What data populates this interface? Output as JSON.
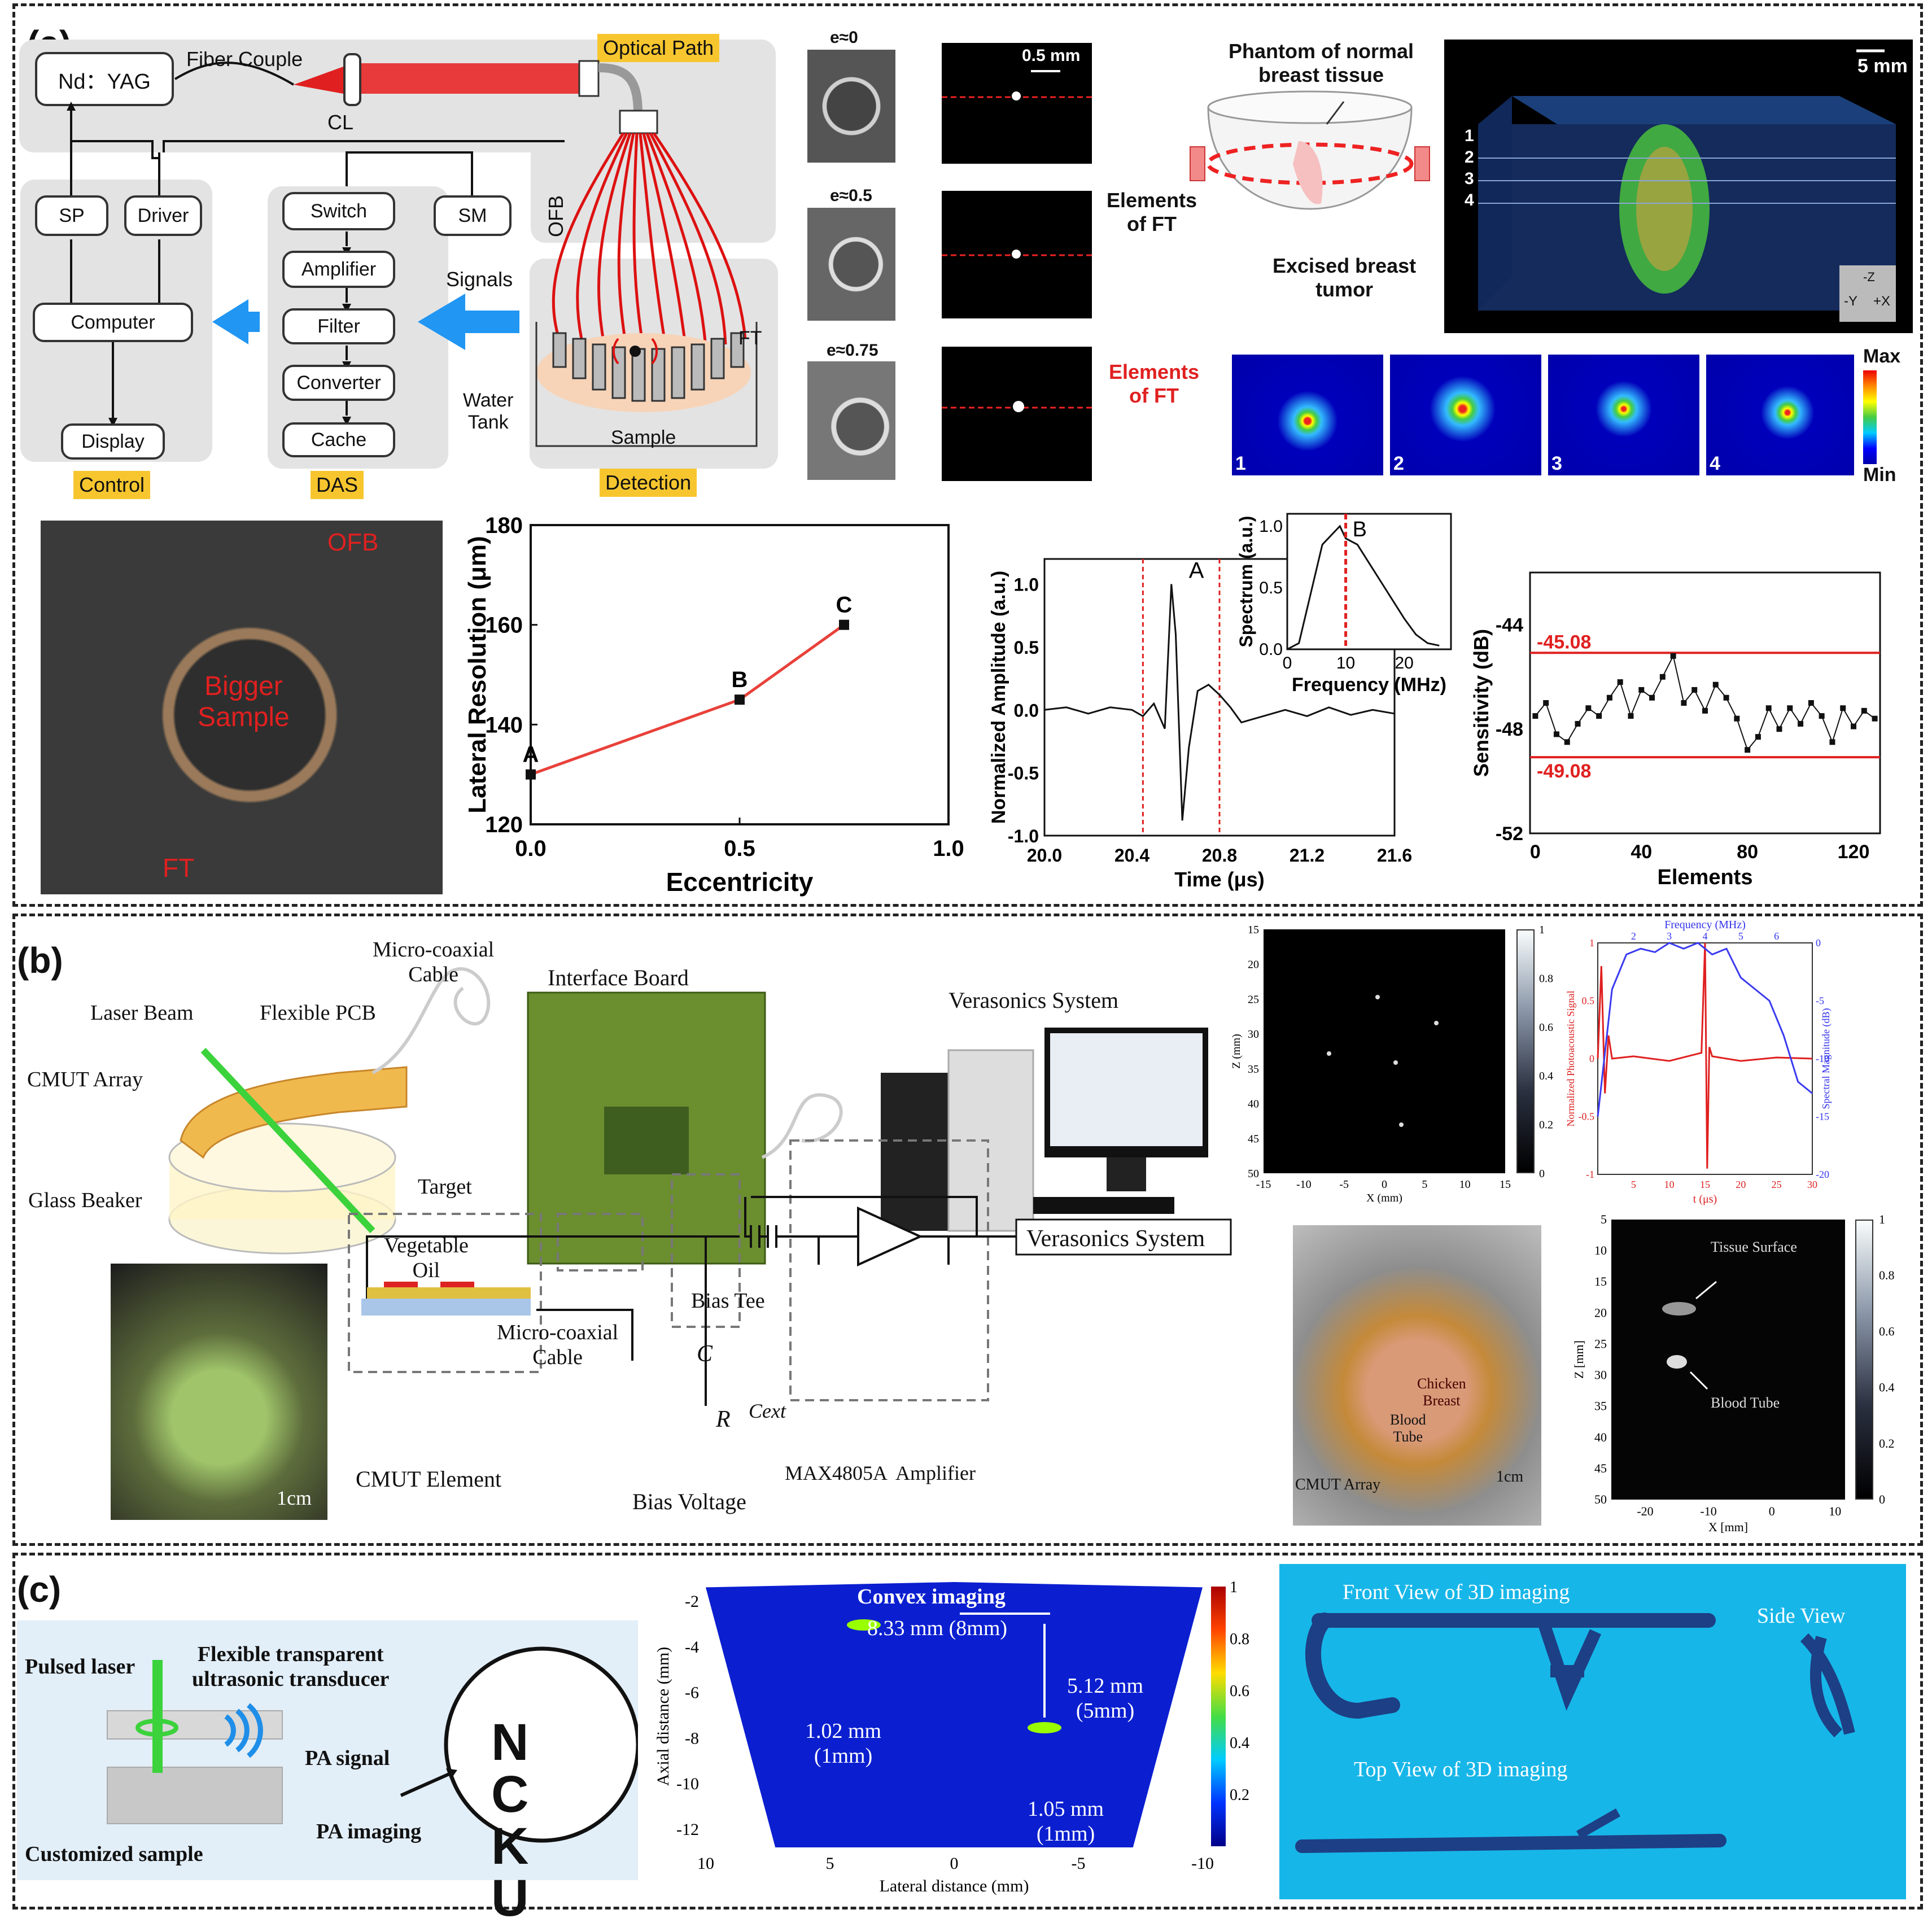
{
  "panel_a": {
    "label": "(a)",
    "diagram": {
      "laser": "Nd：YAG",
      "fiber_couple": "Fiber Couple",
      "cl": "CL",
      "optical_path": "Optical Path",
      "ofb": "OFB",
      "sp": "SP",
      "driver": "Driver",
      "switch": "Switch",
      "sm": "SM",
      "amplifier": "Amplifier",
      "signals": "Signals",
      "filter": "Filter",
      "computer": "Computer",
      "converter": "Converter",
      "cache": "Cache",
      "display": "Display",
      "ft": "FT",
      "water_tank": "Water\nTank",
      "sample": "Sample",
      "control": "Control",
      "das": "DAS",
      "detection": "Detection"
    },
    "ecc_labels": [
      "e≈0",
      "e≈0.5",
      "e≈0.75"
    ],
    "scale_05": "0.5 mm",
    "phantom": {
      "title": "Phantom of normal\nbreast tissue",
      "elements": "Elements\nof FT",
      "tumor": "Excised breast\ntumor"
    },
    "volume": {
      "scale": "5 mm",
      "layers": [
        "1",
        "2",
        "3",
        "4"
      ],
      "axes": [
        "-Z",
        "-Y",
        "+X"
      ]
    },
    "slices": {
      "elements_label": "Elements\nof FT",
      "labels": [
        "1",
        "2",
        "3",
        "4"
      ],
      "colorbar_max": "Max",
      "colorbar_min": "Min"
    },
    "photo": {
      "ofb": "OFB",
      "sample": "Bigger\nSample",
      "ft": "FT"
    }
  },
  "panel_b": {
    "label": "(b)",
    "setup": {
      "micro_coax": "Micro-coaxial\nCable",
      "interface": "Interface Board",
      "verasonics": "Verasonics System",
      "laser_beam": "Laser Beam",
      "flex_pcb": "Flexible PCB",
      "cmut_array": "CMUT Array",
      "target": "Target",
      "glass_beaker": "Glass Beaker",
      "veg_oil": "Vegetable\nOil"
    },
    "circuit": {
      "micro_coax": "Micro-coaxial\nCable",
      "bias_tee": "Bias Tee",
      "c": "C",
      "cext": "Cext",
      "r": "R",
      "verasonics": "Verasonics System",
      "cmut_element": "CMUT Element",
      "bias_voltage": "Bias Voltage",
      "max": "MAX4805A  Amplifier",
      "scale": "1cm"
    },
    "img_top": {
      "ylabel": "Z (mm)",
      "xlabel": "X (mm)",
      "yticks": [
        "15",
        "20",
        "25",
        "30",
        "35",
        "40",
        "45",
        "50"
      ],
      "xticks": [
        "-15",
        "-10",
        "-5",
        "0",
        "5",
        "10",
        "15"
      ],
      "cbar": [
        "1",
        "0.8",
        "0.6",
        "0.4",
        "0.2",
        "0"
      ]
    },
    "photo2": {
      "chicken": "Chicken\nBreast",
      "blood": "Blood\nTube",
      "cmut": "CMUT Array",
      "scale": "1cm"
    },
    "img_bottom": {
      "ylabel": "Z [mm]",
      "xlabel": "X [mm]",
      "yticks": [
        "5",
        "10",
        "15",
        "20",
        "25",
        "30",
        "35",
        "40",
        "45",
        "50"
      ],
      "xticks": [
        "-20",
        "-10",
        "0",
        "10"
      ],
      "tissue": "Tissue Surface",
      "blood": "Blood Tube",
      "cbar": [
        "1",
        "0.8",
        "0.6",
        "0.4",
        "0.2",
        "0"
      ]
    }
  },
  "panel_c": {
    "label": "(c)",
    "schematic": {
      "pulsed": "Pulsed laser",
      "flexible": "Flexible transparent\nultrasonic transducer",
      "pa_signal": "PA signal",
      "custom": "Customized sample",
      "pa_imaging": "PA imaging",
      "letters": "NCKU"
    },
    "convex": {
      "title": "Convex imaging",
      "d1": "8.33 mm (8mm)",
      "d2": "5.12 mm\n(5mm)",
      "d3": "1.02 mm\n(1mm)",
      "d4": "1.05 mm\n(1mm)",
      "ylabel": "Axial distance (mm)",
      "xlabel": "Lateral distance (mm)",
      "yticks": [
        "-2",
        "-4",
        "-6",
        "-8",
        "-10",
        "-12"
      ],
      "xticks": [
        "10",
        "5",
        "0",
        "-5",
        "-10"
      ],
      "cbar": [
        "1",
        "0.8",
        "0.6",
        "0.4",
        "0.2"
      ]
    },
    "view3d": {
      "front": "Front View of 3D imaging",
      "side": "Side View",
      "top": "Top View of 3D imaging"
    }
  },
  "chart_data": [
    {
      "type": "line",
      "xlabel": "Eccentricity",
      "ylabel": "Lateral Resolution (μm)",
      "xlim": [
        0.0,
        1.0
      ],
      "ylim": [
        120,
        180
      ],
      "xticks": [
        "0.0",
        "0.5",
        "1.0"
      ],
      "yticks": [
        "120",
        "140",
        "160",
        "180"
      ],
      "x": [
        0.0,
        0.5,
        0.75
      ],
      "y": [
        130,
        145,
        160
      ],
      "point_labels": [
        "A",
        "B",
        "C"
      ],
      "color": "#e8413a"
    },
    {
      "type": "line",
      "xlabel": "Time (μs)",
      "ylabel": "Normalized Amplitude (a.u.)",
      "xlim": [
        20.0,
        21.6
      ],
      "ylim": [
        -1.0,
        1.2
      ],
      "xticks": [
        "20.0",
        "20.4",
        "20.8",
        "21.2",
        "21.6"
      ],
      "yticks": [
        "1.0",
        "0.5",
        "0.0",
        "-0.5",
        "-1.0"
      ],
      "x": [
        20.0,
        20.1,
        20.2,
        20.3,
        20.4,
        20.45,
        20.5,
        20.55,
        20.58,
        20.6,
        20.63,
        20.66,
        20.7,
        20.75,
        20.8,
        20.85,
        20.9,
        21.0,
        21.1,
        21.2,
        21.3,
        21.4,
        21.5,
        21.6
      ],
      "y": [
        0.0,
        0.02,
        -0.03,
        0.02,
        0.0,
        -0.05,
        0.05,
        -0.15,
        1.0,
        0.6,
        -0.88,
        -0.3,
        0.15,
        0.2,
        0.12,
        0.02,
        -0.1,
        -0.05,
        0.0,
        -0.05,
        0.02,
        -0.04,
        0.0,
        -0.03
      ],
      "markers": [
        20.45,
        20.8
      ],
      "annotation": "A",
      "inset": {
        "xlabel": "Frequency (MHz)",
        "ylabel": "Spectrum (a.u.)",
        "xlim": [
          0,
          28
        ],
        "ylim": [
          0,
          1.1
        ],
        "xticks": [
          "0",
          "10",
          "20"
        ],
        "yticks": [
          "1.0",
          "0.5",
          "0.0"
        ],
        "x": [
          0,
          2,
          4,
          6,
          8,
          9,
          10,
          12,
          14,
          16,
          18,
          20,
          22,
          24,
          26
        ],
        "y": [
          0.0,
          0.05,
          0.45,
          0.85,
          0.95,
          1.0,
          0.9,
          0.85,
          0.7,
          0.55,
          0.4,
          0.25,
          0.12,
          0.05,
          0.03
        ],
        "marker": 10,
        "annotation": "B"
      }
    },
    {
      "type": "line",
      "xlabel": "Elements",
      "ylabel": "Sensitivity (dB)",
      "xlim": [
        -2,
        130
      ],
      "ylim": [
        -52,
        -42
      ],
      "xticks": [
        "0",
        "40",
        "80",
        "120"
      ],
      "yticks": [
        "-44",
        "-48",
        "-52"
      ],
      "hlines": [
        -45.08,
        -49.08
      ],
      "hline_labels": [
        "-45.08",
        "-49.08"
      ],
      "x": [
        0,
        4,
        8,
        12,
        16,
        20,
        24,
        28,
        32,
        36,
        40,
        44,
        48,
        52,
        56,
        60,
        64,
        68,
        72,
        76,
        80,
        84,
        88,
        92,
        96,
        100,
        104,
        108,
        112,
        116,
        120,
        124,
        128
      ],
      "y": [
        -47.5,
        -47.0,
        -48.2,
        -48.5,
        -47.8,
        -47.2,
        -47.5,
        -46.8,
        -46.2,
        -47.5,
        -46.5,
        -46.8,
        -46.0,
        -45.2,
        -47.0,
        -46.5,
        -47.3,
        -46.3,
        -46.8,
        -47.6,
        -48.8,
        -48.3,
        -47.2,
        -48.0,
        -47.2,
        -47.8,
        -47.0,
        -47.5,
        -48.5,
        -47.2,
        -47.9,
        -47.3,
        -47.6
      ]
    },
    {
      "type": "line",
      "xlabel": "t (μs)",
      "ylabel": "Normalized Photoacoustic Signal",
      "ylabel2": "Spectral Magnitude (dB)",
      "x2label": "Frequency (MHz)",
      "xlim": [
        0,
        30
      ],
      "ylim": [
        -1,
        1
      ],
      "xticks": [
        "5",
        "10",
        "15",
        "20",
        "25",
        "30"
      ],
      "yticks": [
        "1",
        "0.5",
        "0",
        "-0.5",
        "-1"
      ],
      "x2ticks": [
        "2",
        "3",
        "4",
        "5",
        "6"
      ],
      "y2ticks": [
        "0",
        "-5",
        "-10",
        "-15",
        "-20"
      ],
      "series": [
        {
          "x": [
            0,
            0.5,
            1,
            1.5,
            2,
            5,
            10,
            14.5,
            15,
            15.3,
            15.6,
            16,
            20,
            25,
            30
          ],
          "y": [
            0,
            0.8,
            -0.3,
            0.2,
            0,
            0.02,
            -0.02,
            0.05,
            1.0,
            -0.95,
            0.1,
            0.02,
            -0.02,
            0.01,
            0
          ],
          "color": "#e02020"
        },
        {
          "x": [
            0,
            2,
            4,
            6,
            8,
            10,
            12,
            14,
            16,
            18,
            20,
            22,
            24,
            26,
            28,
            30
          ],
          "y": [
            -0.5,
            0.6,
            0.9,
            0.95,
            0.92,
            1.0,
            0.95,
            1.0,
            0.9,
            0.95,
            0.7,
            0.6,
            0.5,
            0.2,
            -0.2,
            -0.3
          ],
          "color": "#3a3af0"
        }
      ]
    }
  ]
}
